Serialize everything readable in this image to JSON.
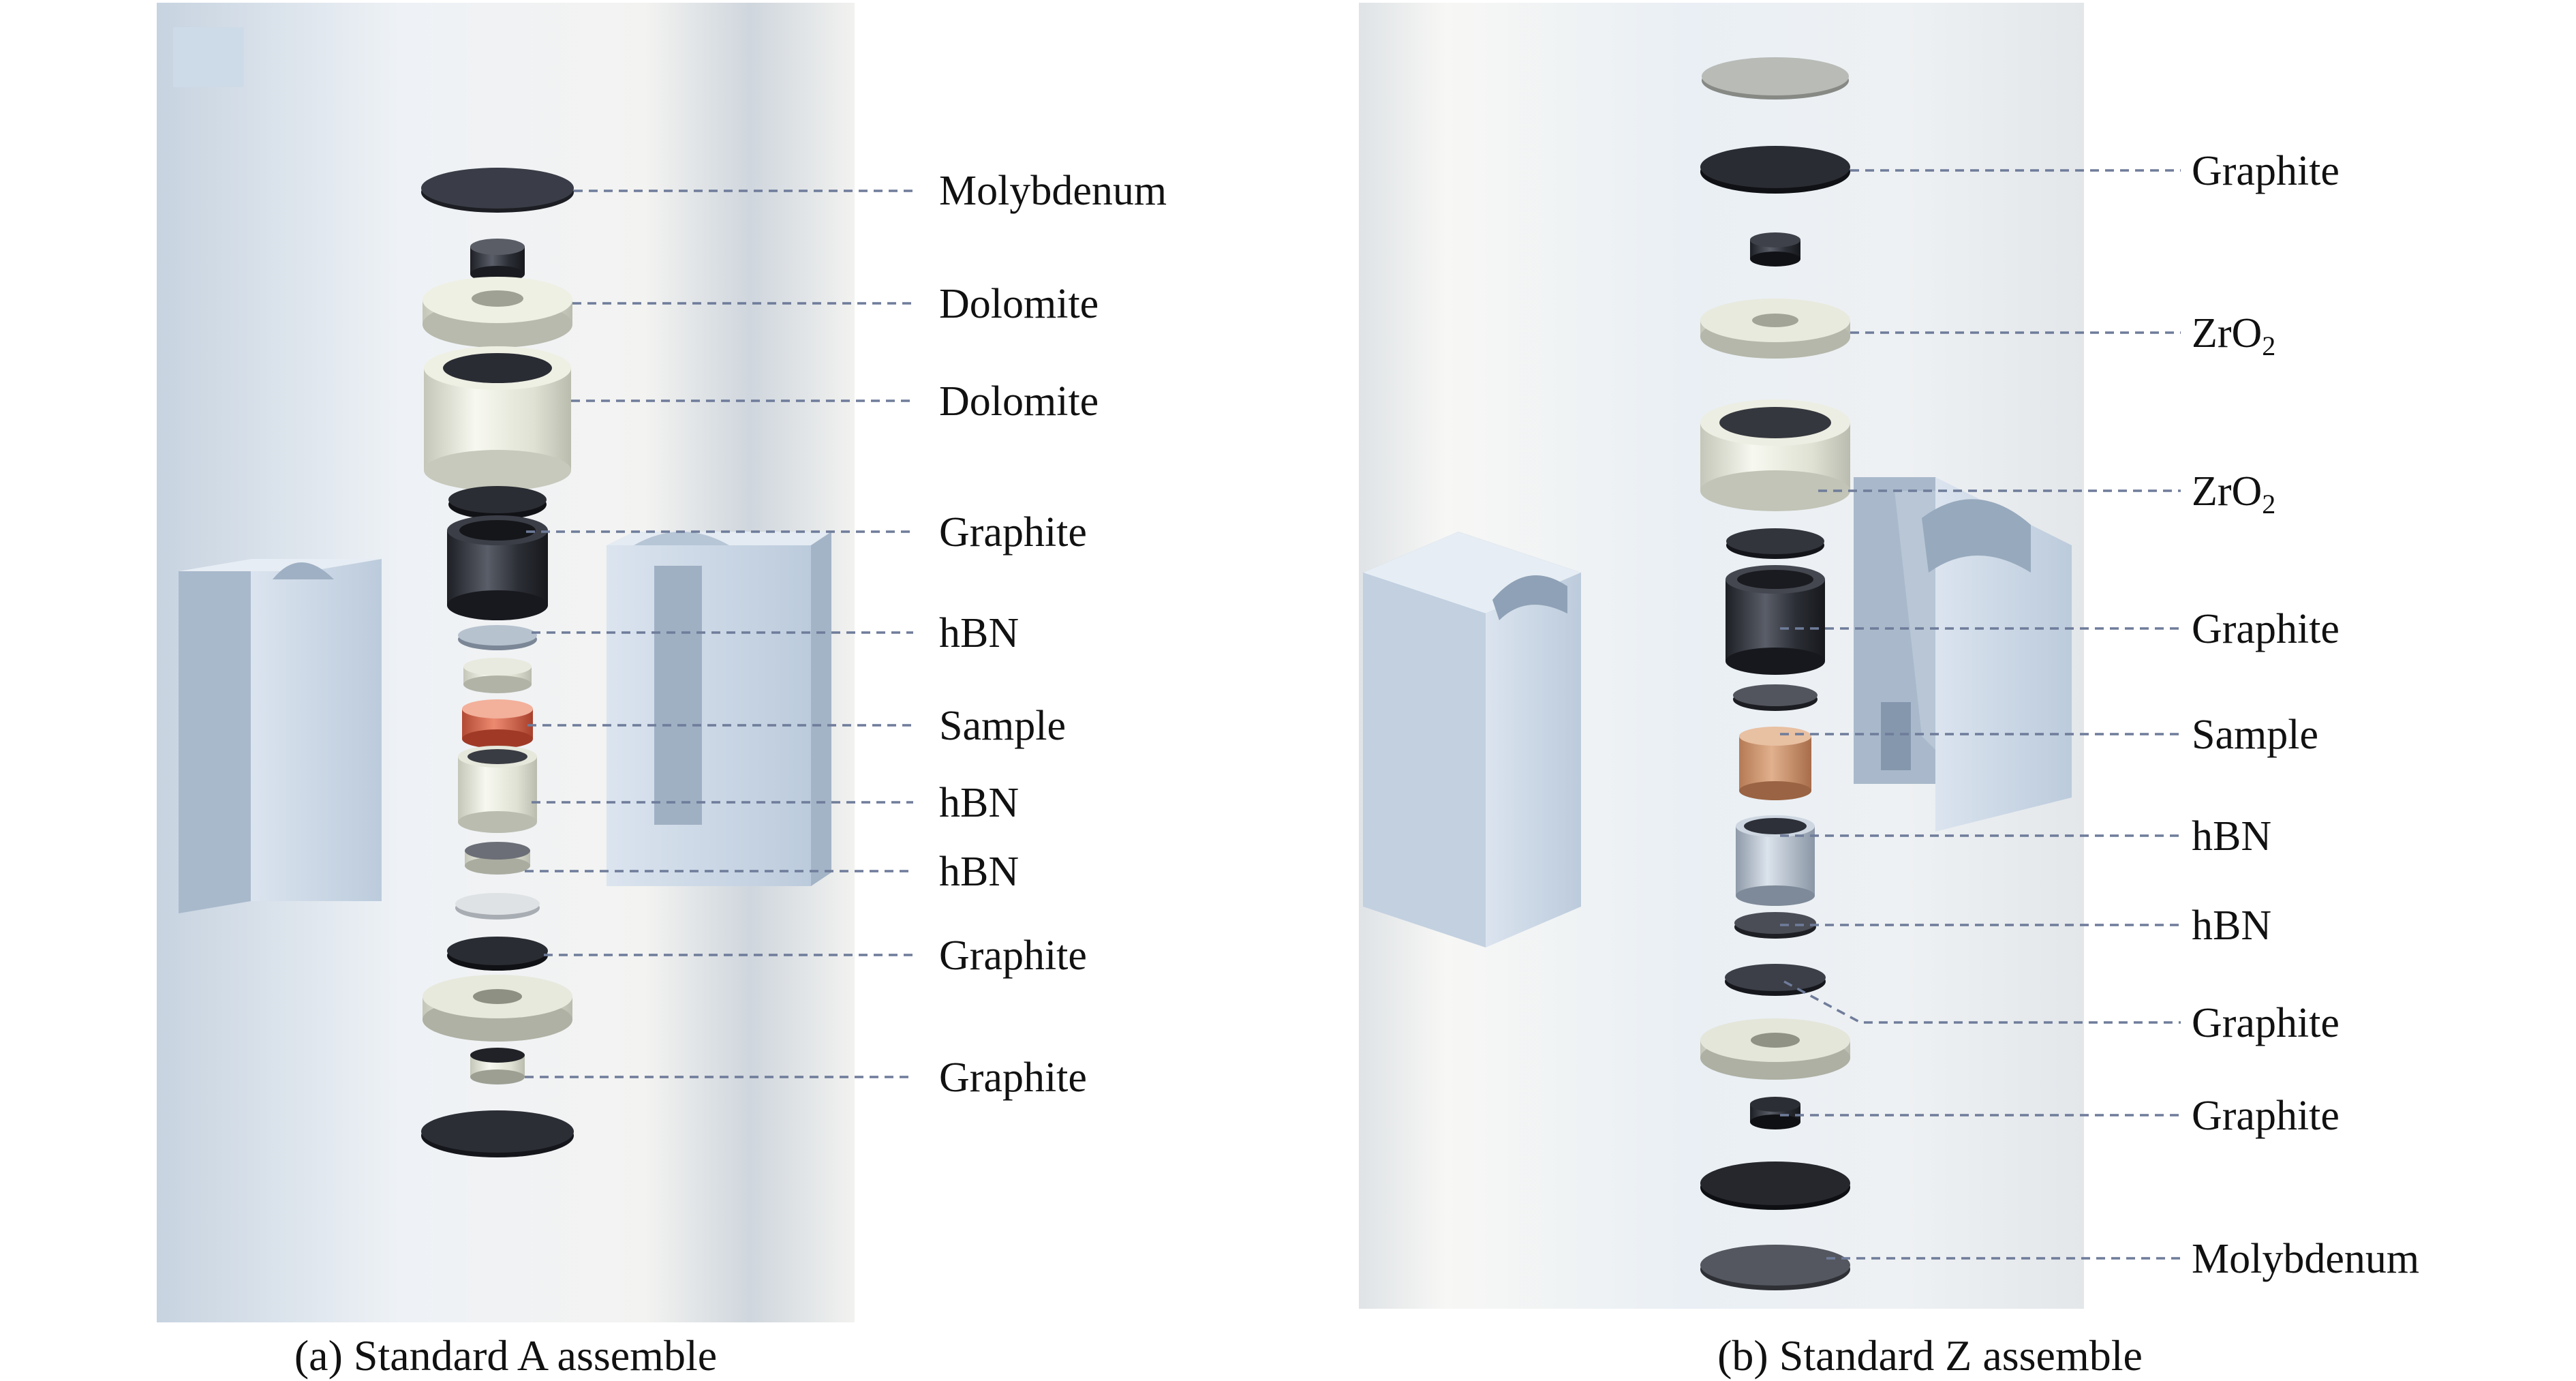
{
  "panels": [
    {
      "caption": "(a) Standard A assemble",
      "labels": [
        {
          "text": "Molybdenum"
        },
        {
          "text": "Dolomite"
        },
        {
          "text": "Dolomite"
        },
        {
          "text": "Graphite"
        },
        {
          "text": "hBN"
        },
        {
          "text": "Sample"
        },
        {
          "text": "hBN"
        },
        {
          "text": "hBN"
        },
        {
          "text": "Graphite"
        },
        {
          "text": "Graphite"
        }
      ]
    },
    {
      "caption": "(b) Standard Z assemble",
      "labels": [
        {
          "text": "Graphite"
        },
        {
          "text": "ZrO",
          "sub": "2"
        },
        {
          "text": "ZrO",
          "sub": "2"
        },
        {
          "text": "Graphite"
        },
        {
          "text": "Sample"
        },
        {
          "text": "hBN"
        },
        {
          "text": "hBN"
        },
        {
          "text": "Graphite"
        },
        {
          "text": "Graphite"
        },
        {
          "text": "Molybdenum"
        }
      ]
    }
  ],
  "colors": {
    "graphite": "#2b2d35",
    "ceramic": "#e6e8dc",
    "sample_a": "#d9674e",
    "sample_b": "#c9916d",
    "hbn": "#c9d4df",
    "molybdenum_b": "#4a4d55",
    "block": "#c9d6e6",
    "leader": "#6f7c9a"
  }
}
